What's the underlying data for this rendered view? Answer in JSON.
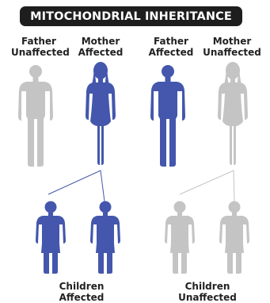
{
  "title": "MITOCHONDRIAL INHERITANCE",
  "colors": {
    "affected": "#4457AD",
    "unaffected": "#C4C4C4",
    "title_bg": "#1E1E1E",
    "text": "#222222"
  },
  "left_family": {
    "father": {
      "line1": "Father",
      "line2": "Unaffected",
      "status": "unaffected"
    },
    "mother": {
      "line1": "Mother",
      "line2": "Affected",
      "status": "affected"
    },
    "children": {
      "line1": "Children",
      "line2": "Affected",
      "status": "affected"
    }
  },
  "right_family": {
    "father": {
      "line1": "Father",
      "line2": "Affected",
      "status": "affected"
    },
    "mother": {
      "line1": "Mother",
      "line2": "Unaffected",
      "status": "unaffected"
    },
    "children": {
      "line1": "Children",
      "line2": "Unaffected",
      "status": "unaffected"
    }
  }
}
